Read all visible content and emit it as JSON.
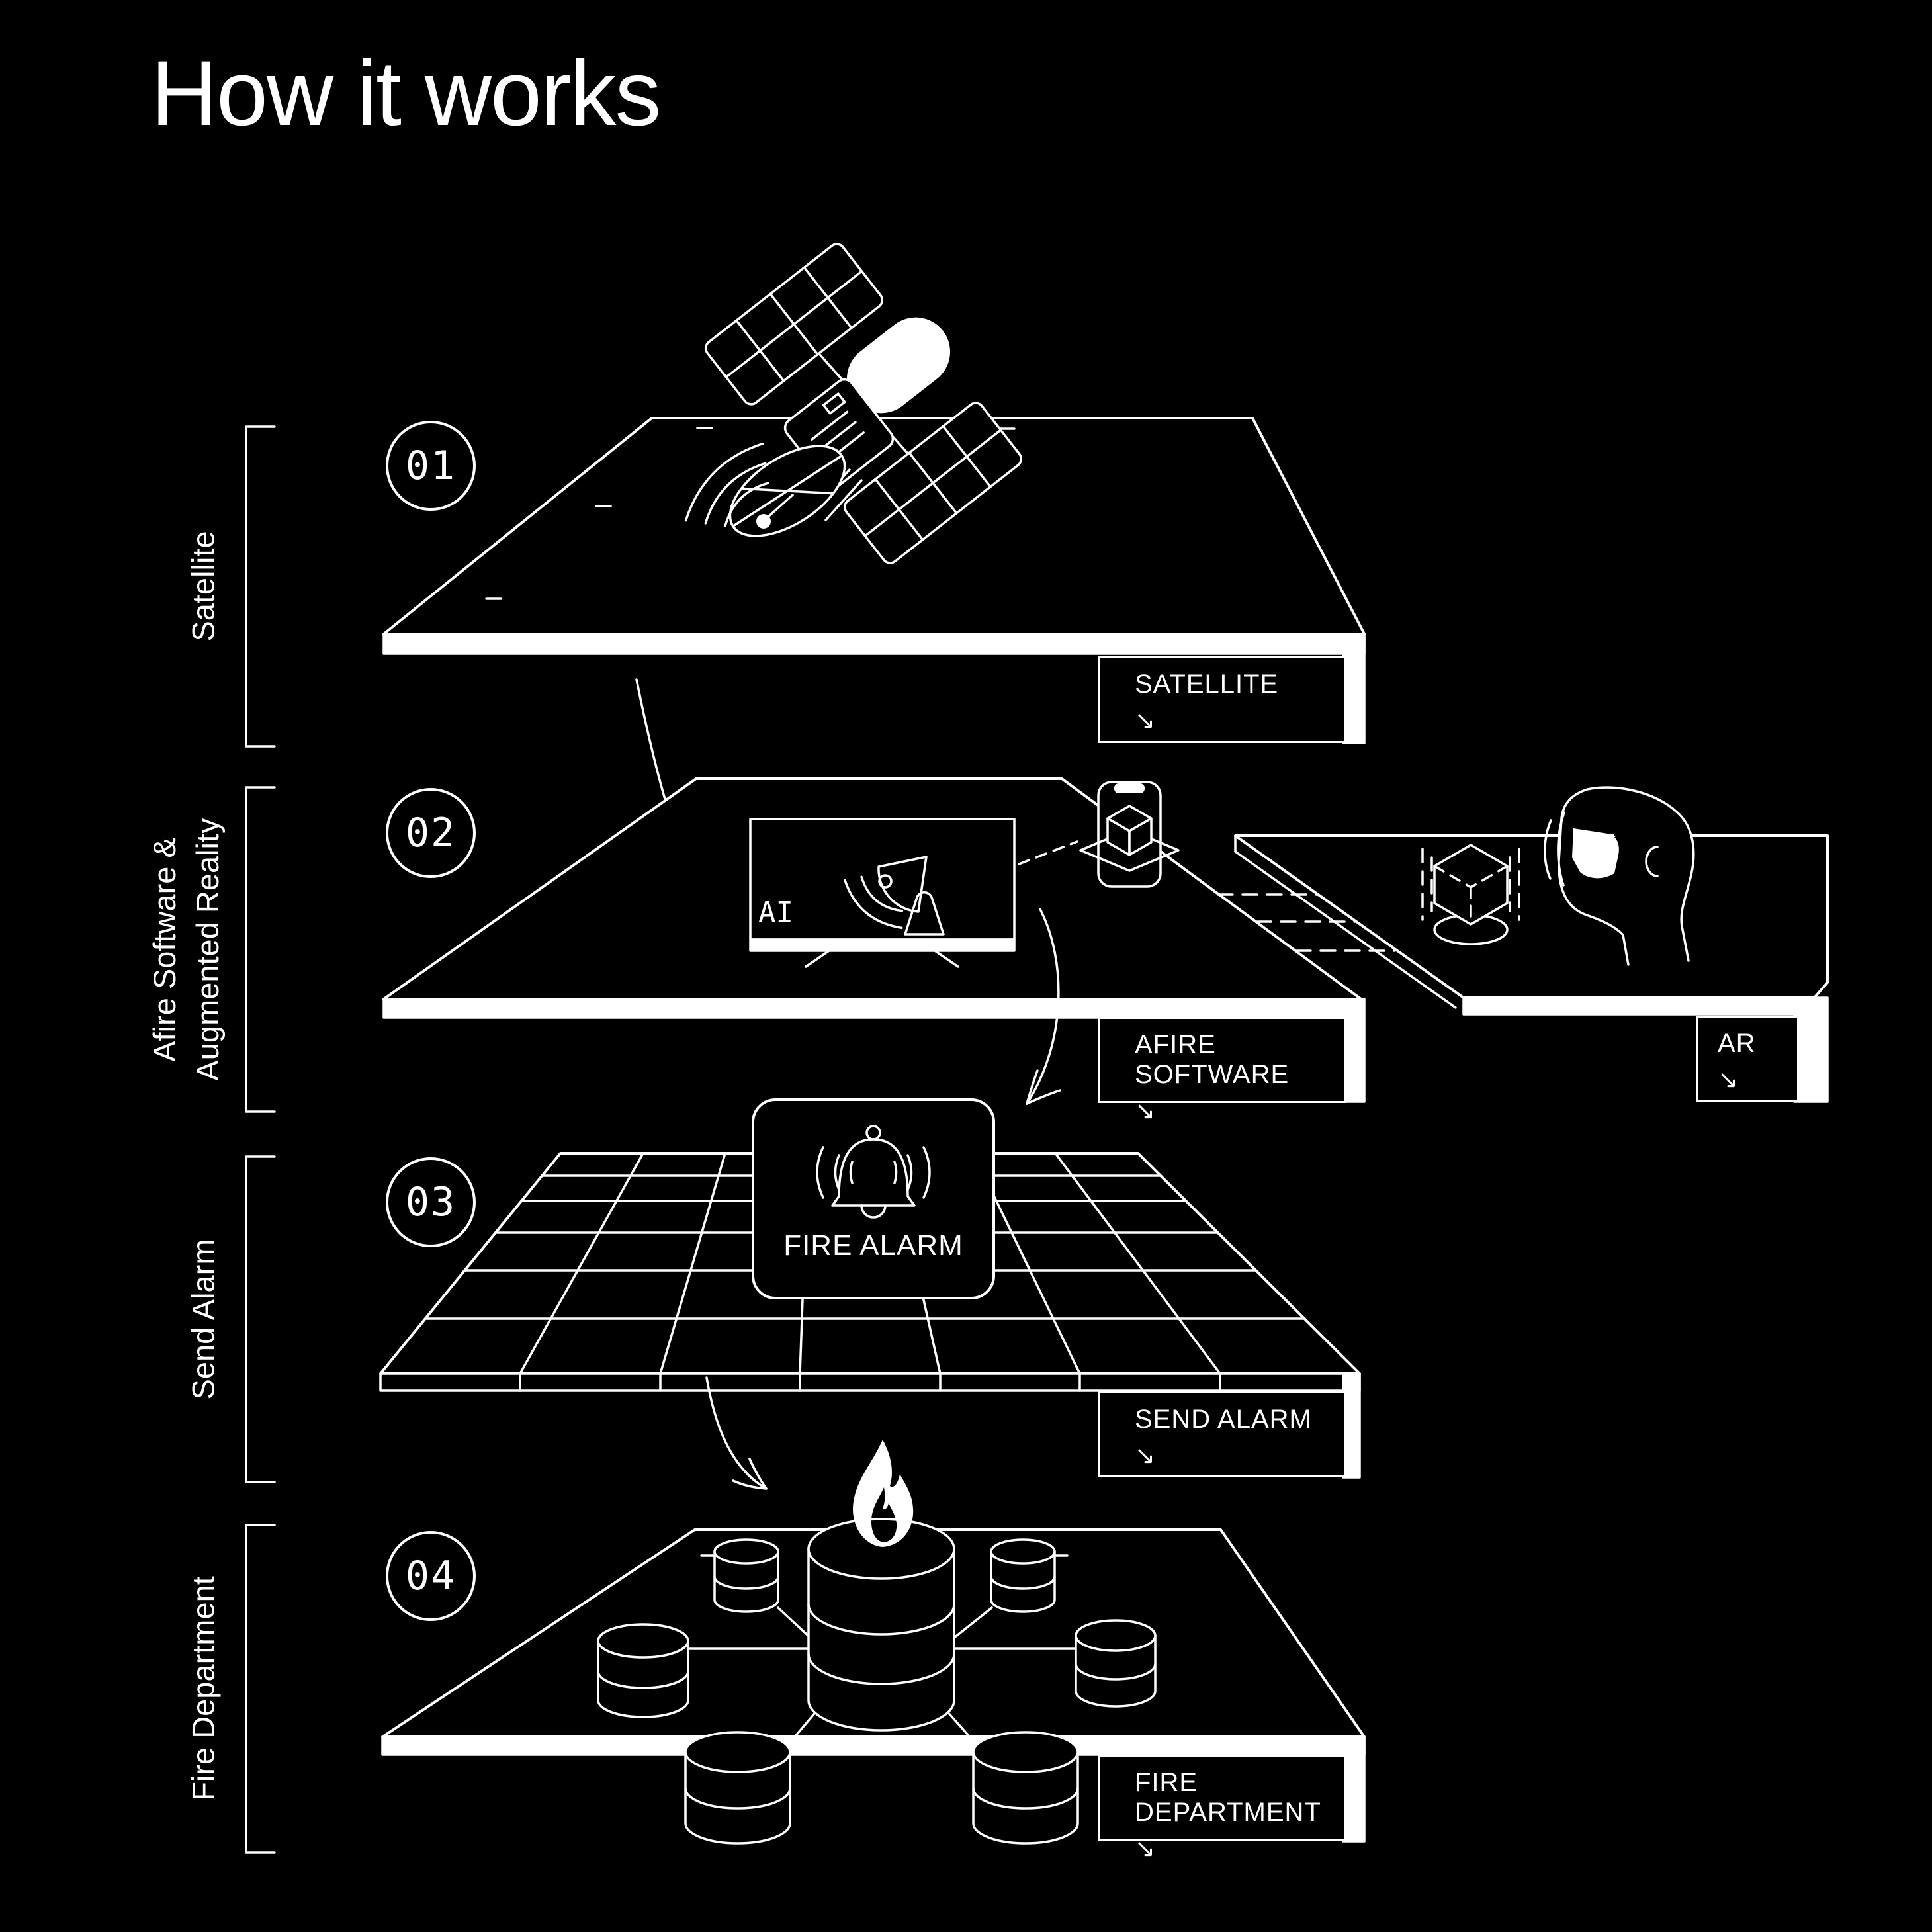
{
  "colors": {
    "background": "#000000",
    "foreground": "#ffffff"
  },
  "title": "How it works",
  "steps": [
    {
      "number": "01",
      "side_label_lines": [
        "Satellite"
      ],
      "tags": [
        {
          "label": "SATELLITE",
          "arrow": "↘"
        }
      ]
    },
    {
      "number": "02",
      "side_label_lines": [
        "Afire Software &",
        "Augmented Reality"
      ],
      "tags": [
        {
          "label": "AFIRE SOFTWARE",
          "arrow": "↘"
        },
        {
          "label": "AR",
          "arrow": "↘"
        }
      ]
    },
    {
      "number": "03",
      "side_label_lines": [
        "Send Alarm"
      ],
      "tags": [
        {
          "label": "SEND ALARM",
          "arrow": "↘"
        }
      ]
    },
    {
      "number": "04",
      "side_label_lines": [
        "Fire Department"
      ],
      "tags": [
        {
          "label": "FIRE DEPARTMENT",
          "arrow": "↘"
        }
      ]
    }
  ],
  "illustrations": {
    "monitor_screen_label": "AI",
    "fire_alarm_card_label": "FIRE ALARM",
    "icons": [
      "satellite-icon",
      "satellite-dish-icon",
      "signal-waves-icon",
      "monitor-icon",
      "smartphone-icon",
      "ar-cube-icon",
      "person-ar-headset-icon",
      "bell-icon",
      "flame-icon",
      "database-network-icon",
      "grid-floor-icon",
      "curved-arrow-icon"
    ]
  }
}
